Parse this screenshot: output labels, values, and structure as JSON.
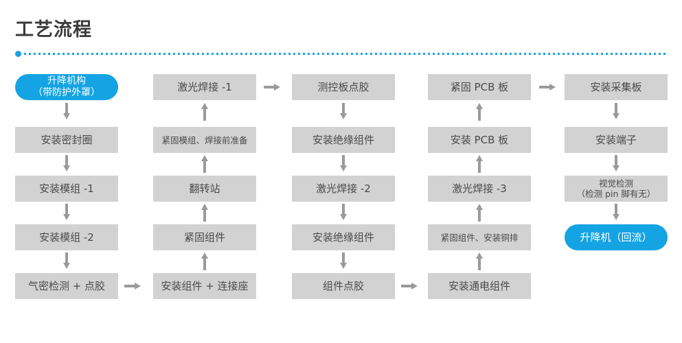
{
  "header": {
    "title": "工艺流程",
    "rule_color": "#1ba1e2"
  },
  "theme": {
    "accent": "#14a3e3",
    "node_bg": "#d2d2d2",
    "node_text": "#4a4a4a",
    "connector": "#9a9a9a",
    "title_text": "#3b3b3b"
  },
  "flow": {
    "columns": [
      {
        "id": "column-1",
        "direction": "down",
        "nodes": [
          {
            "id": "n1-1",
            "label": "升降机构\n（带防护外罩）",
            "style": "accent",
            "lines": 2
          },
          {
            "id": "n1-2",
            "label": "安装密封圈",
            "style": "plain",
            "lines": 1
          },
          {
            "id": "n1-3",
            "label": "安装模组 -1",
            "style": "plain",
            "lines": 1
          },
          {
            "id": "n1-4",
            "label": "安装模组 -2",
            "style": "plain",
            "lines": 1
          },
          {
            "id": "n1-5",
            "label": "气密检测 + 点胶",
            "style": "plain",
            "lines": 1
          }
        ]
      },
      {
        "id": "column-2",
        "direction": "up",
        "nodes": [
          {
            "id": "n2-1",
            "label": "激光焊接 -1",
            "style": "plain",
            "lines": 1
          },
          {
            "id": "n2-2",
            "label": "紧固模组、焊接前准备",
            "style": "small",
            "lines": 1
          },
          {
            "id": "n2-3",
            "label": "翻转站",
            "style": "plain",
            "lines": 1
          },
          {
            "id": "n2-4",
            "label": "紧固组件",
            "style": "plain",
            "lines": 1
          },
          {
            "id": "n2-5",
            "label": "安装组件 + 连接座",
            "style": "plain",
            "lines": 1
          }
        ]
      },
      {
        "id": "column-3",
        "direction": "down",
        "nodes": [
          {
            "id": "n3-1",
            "label": "测控板点胶",
            "style": "plain",
            "lines": 1
          },
          {
            "id": "n3-2",
            "label": "安装绝缘组件",
            "style": "plain",
            "lines": 1
          },
          {
            "id": "n3-3",
            "label": "激光焊接 -2",
            "style": "plain",
            "lines": 1
          },
          {
            "id": "n3-4",
            "label": "安装绝缘组件",
            "style": "plain",
            "lines": 1
          },
          {
            "id": "n3-5",
            "label": "组件点胶",
            "style": "plain",
            "lines": 1
          }
        ]
      },
      {
        "id": "column-4",
        "direction": "up",
        "nodes": [
          {
            "id": "n4-1",
            "label": "紧固 PCB 板",
            "style": "plain",
            "lines": 1
          },
          {
            "id": "n4-2",
            "label": "安装 PCB 板",
            "style": "plain",
            "lines": 1
          },
          {
            "id": "n4-3",
            "label": "激光焊接 -3",
            "style": "plain",
            "lines": 1
          },
          {
            "id": "n4-4",
            "label": "紧固组件、安装铜排",
            "style": "small",
            "lines": 1
          },
          {
            "id": "n4-5",
            "label": "安装通电组件",
            "style": "plain",
            "lines": 1
          }
        ]
      },
      {
        "id": "column-5",
        "direction": "down",
        "nodes": [
          {
            "id": "n5-1",
            "label": "安装采集板",
            "style": "plain",
            "lines": 1
          },
          {
            "id": "n5-2",
            "label": "安装端子",
            "style": "plain",
            "lines": 1
          },
          {
            "id": "n5-3",
            "label": "视觉检测\n（检测 pin 脚有无）",
            "style": "two-line",
            "lines": 2
          },
          {
            "id": "n5-4",
            "label": "升降机（回流）",
            "style": "accent",
            "lines": 1
          }
        ]
      }
    ],
    "cross_links": [
      {
        "id": "link-c1-c2",
        "from": "n1-5",
        "to": "n2-5",
        "direction": "right"
      },
      {
        "id": "link-c2-c3",
        "from": "n2-1",
        "to": "n3-1",
        "direction": "right"
      },
      {
        "id": "link-c3-c4",
        "from": "n3-5",
        "to": "n4-5",
        "direction": "right"
      },
      {
        "id": "link-c4-c5",
        "from": "n4-1",
        "to": "n5-1",
        "direction": "right"
      }
    ]
  }
}
